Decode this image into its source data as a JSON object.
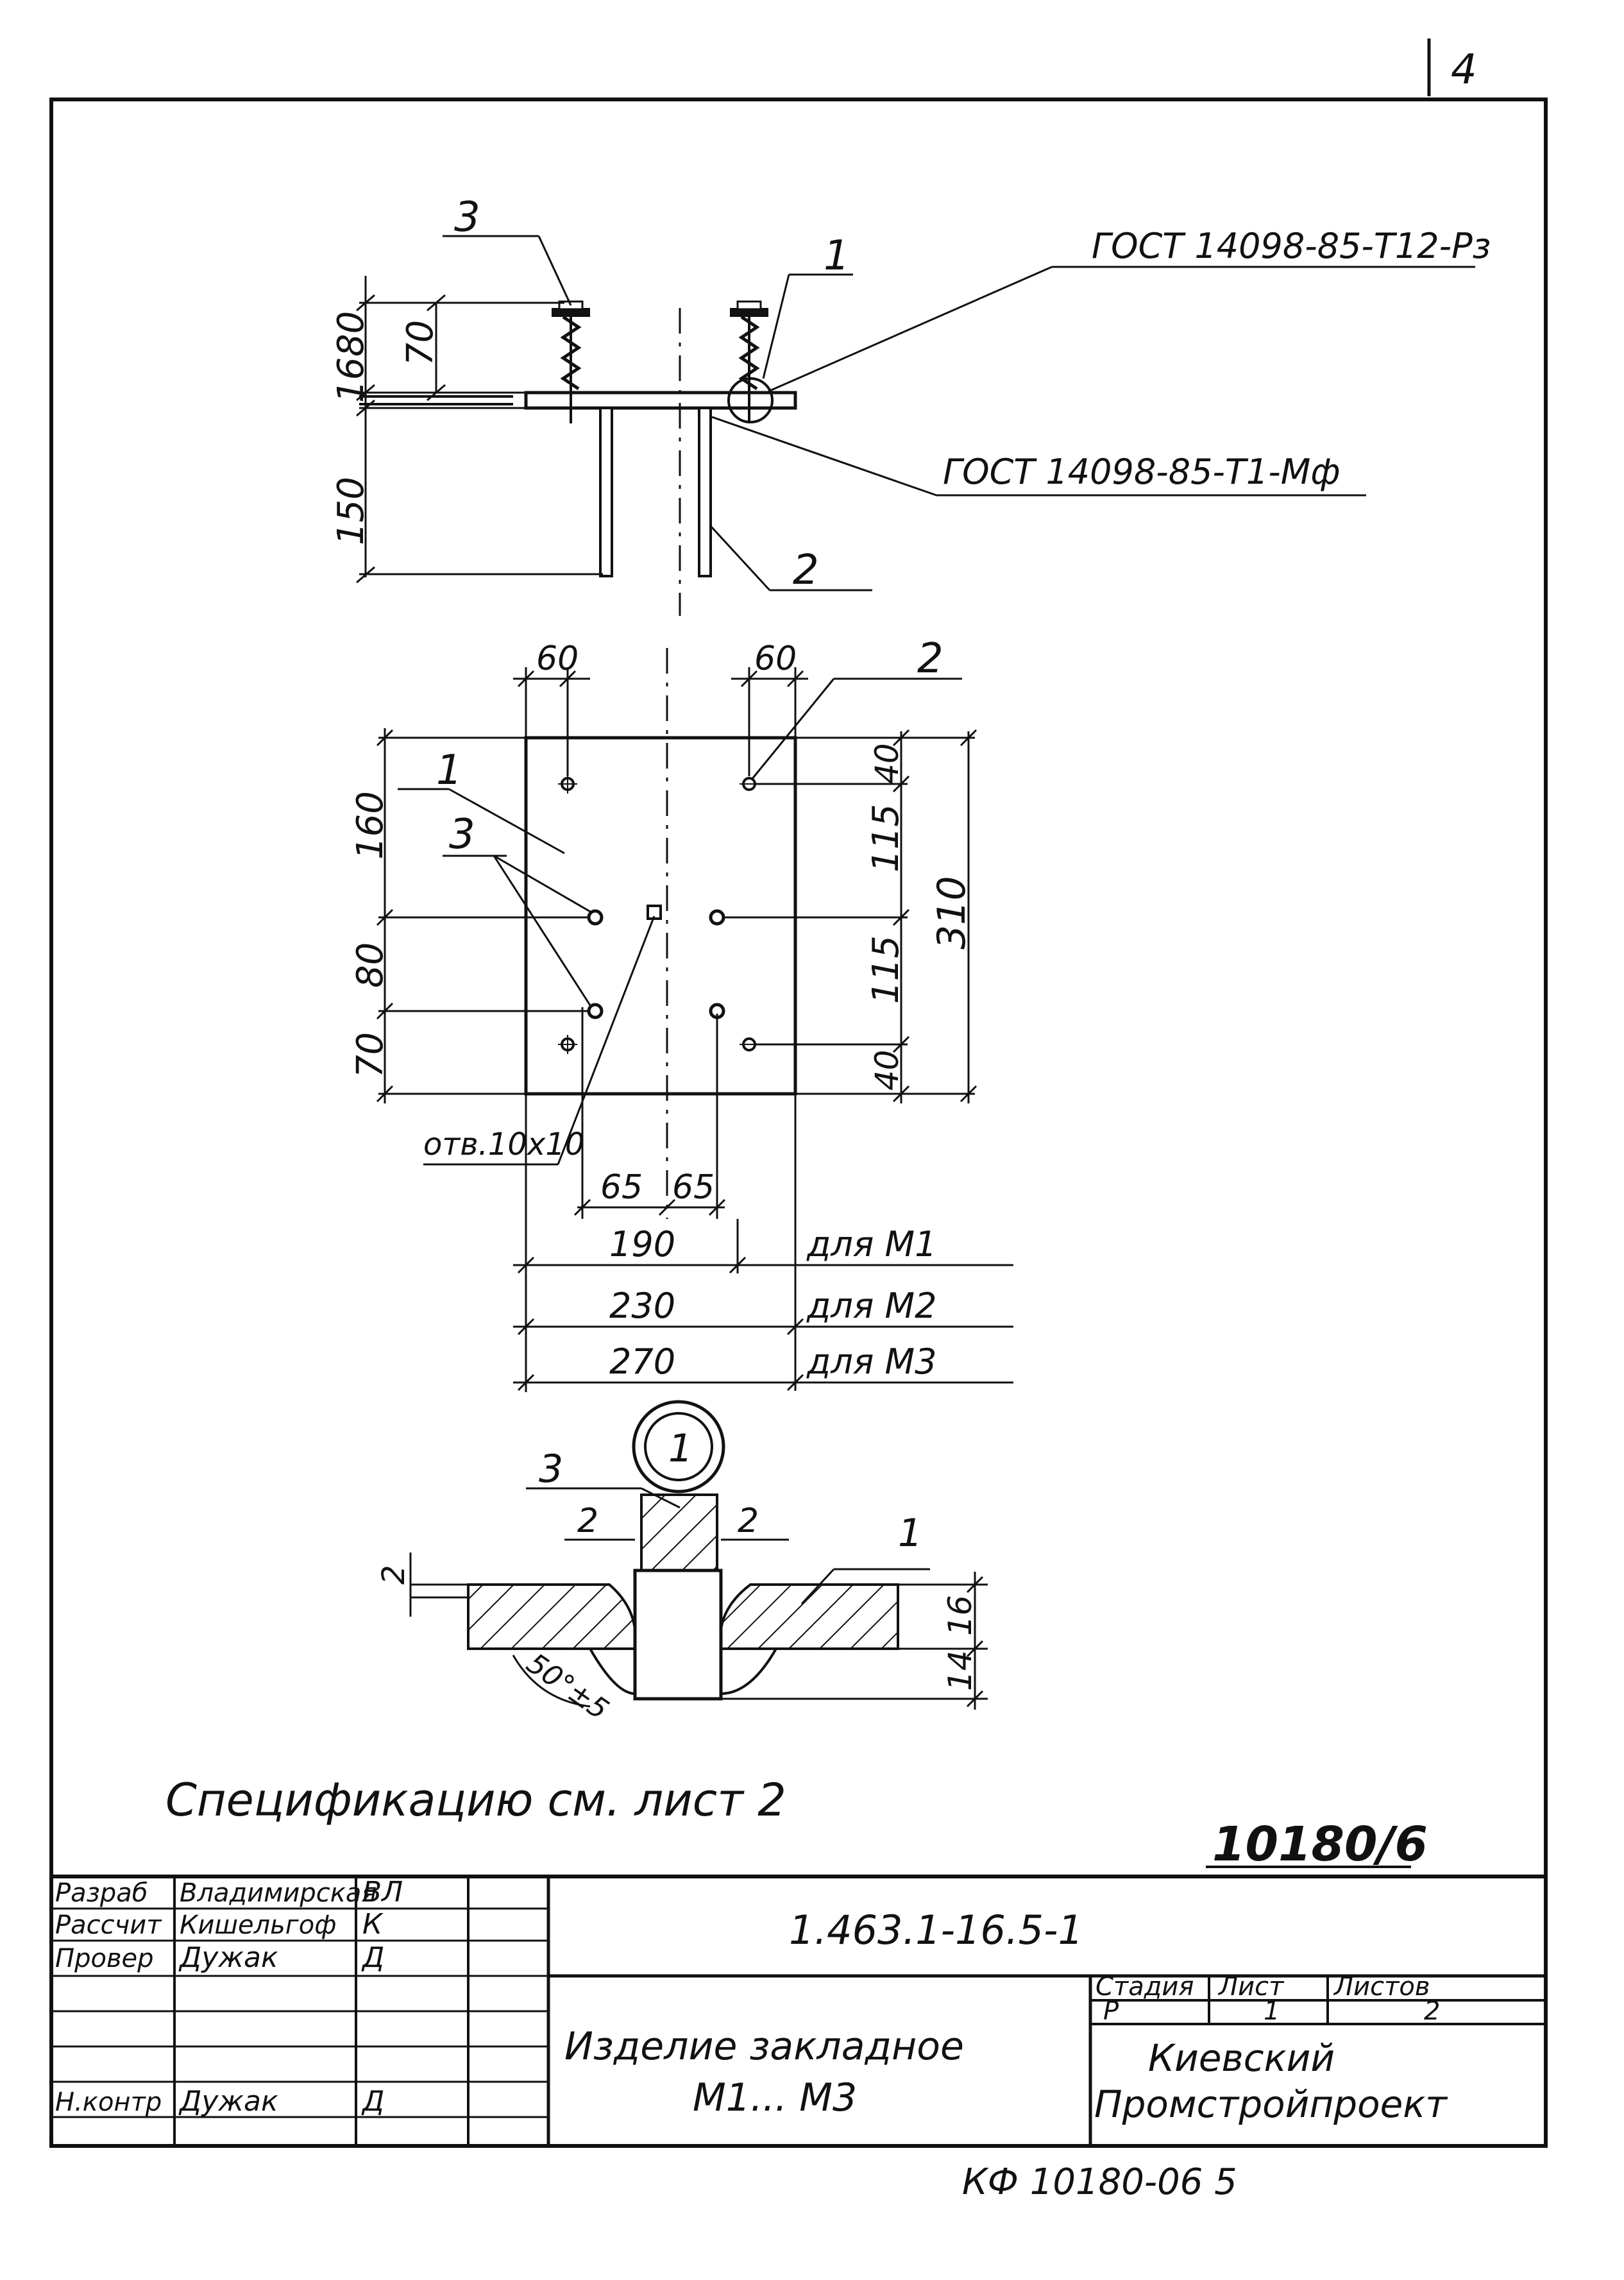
{
  "sheet": {
    "page_number": "4",
    "gost_weld_top": "ГОСТ 14098-85-Т12-Рз",
    "gost_weld_bottom": "ГОСТ 14098-85-Т1-Мф"
  },
  "section_view": {
    "callouts": {
      "c1": "1",
      "c2": "2",
      "c3": "3"
    },
    "dims": {
      "d16": "16",
      "d80": "80",
      "d70": "70",
      "d150": "150"
    }
  },
  "plan_view": {
    "callouts": {
      "c1": "1",
      "c2": "2",
      "c3": "3"
    },
    "dims": {
      "top_left_60": "60",
      "top_right_60": "60",
      "left_160": "160",
      "left_80": "80",
      "left_70": "70",
      "right_40_top": "40",
      "right_115_top": "115",
      "right_115_bottom": "115",
      "right_40_bottom": "40",
      "right_310": "310",
      "bottom_65_left": "65",
      "bottom_65_right": "65"
    },
    "hole_note": "отв.10х10",
    "width_rows": [
      {
        "value": "190",
        "label": "для М1"
      },
      {
        "value": "230",
        "label": "для М2"
      },
      {
        "value": "270",
        "label": "для М3"
      }
    ]
  },
  "detail_node": {
    "marker": "1",
    "callouts": {
      "c1": "1",
      "c3": "3"
    },
    "dims": {
      "gap_left": "2",
      "gap_right": "2",
      "offset": "2",
      "h16": "16",
      "h14": "14",
      "angle": "50°±5"
    }
  },
  "spec_note": "Спецификацию см. лист 2",
  "archive_number": "10180/6",
  "title_block": {
    "signatures": [
      {
        "role": "Разраб",
        "name": "Владимирская",
        "sign": "ВЛ"
      },
      {
        "role": "Рассчит",
        "name": "Кишельгоф",
        "sign": "К"
      },
      {
        "role": "Провер",
        "name": "Дужак",
        "sign": "Д"
      },
      {
        "role": "",
        "name": "",
        "sign": ""
      },
      {
        "role": "",
        "name": "",
        "sign": ""
      },
      {
        "role": "",
        "name": "",
        "sign": ""
      },
      {
        "role": "Н.контр",
        "name": "Дужак",
        "sign": "Д"
      }
    ],
    "designation": "1.463.1-16.5-1",
    "product_name_line1": "Изделие закладное",
    "product_name_line2": "М1... М3",
    "stage_header": "Стадия",
    "sheet_header": "Лист",
    "sheets_header": "Листов",
    "stage_value": "Р",
    "sheet_value": "1",
    "sheets_value": "2",
    "org_line1": "Киевский",
    "org_line2": "Промстройпроект"
  },
  "footer_code": "КФ 10180-06   5"
}
